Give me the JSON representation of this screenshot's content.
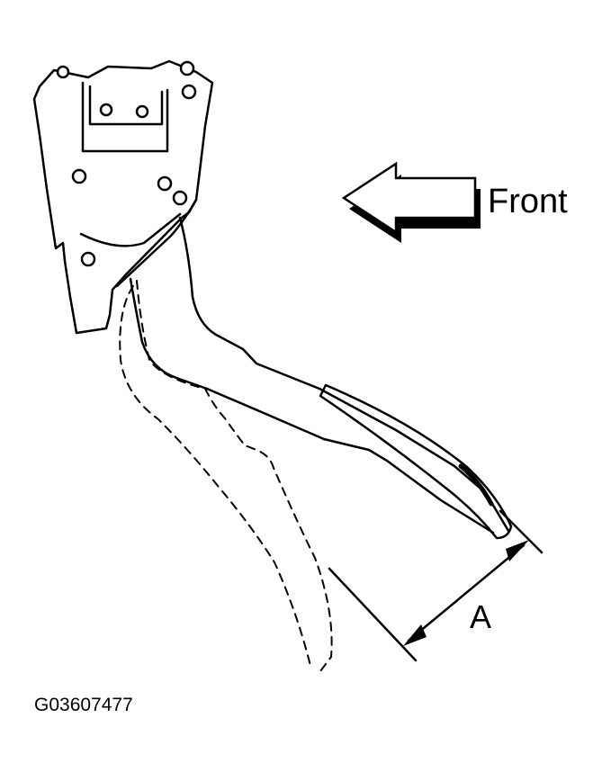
{
  "diagram": {
    "front_label": "Front",
    "dimension_label": "A",
    "figure_code": "G03607477",
    "colors": {
      "ink": "#000000",
      "paper": "#ffffff"
    }
  }
}
